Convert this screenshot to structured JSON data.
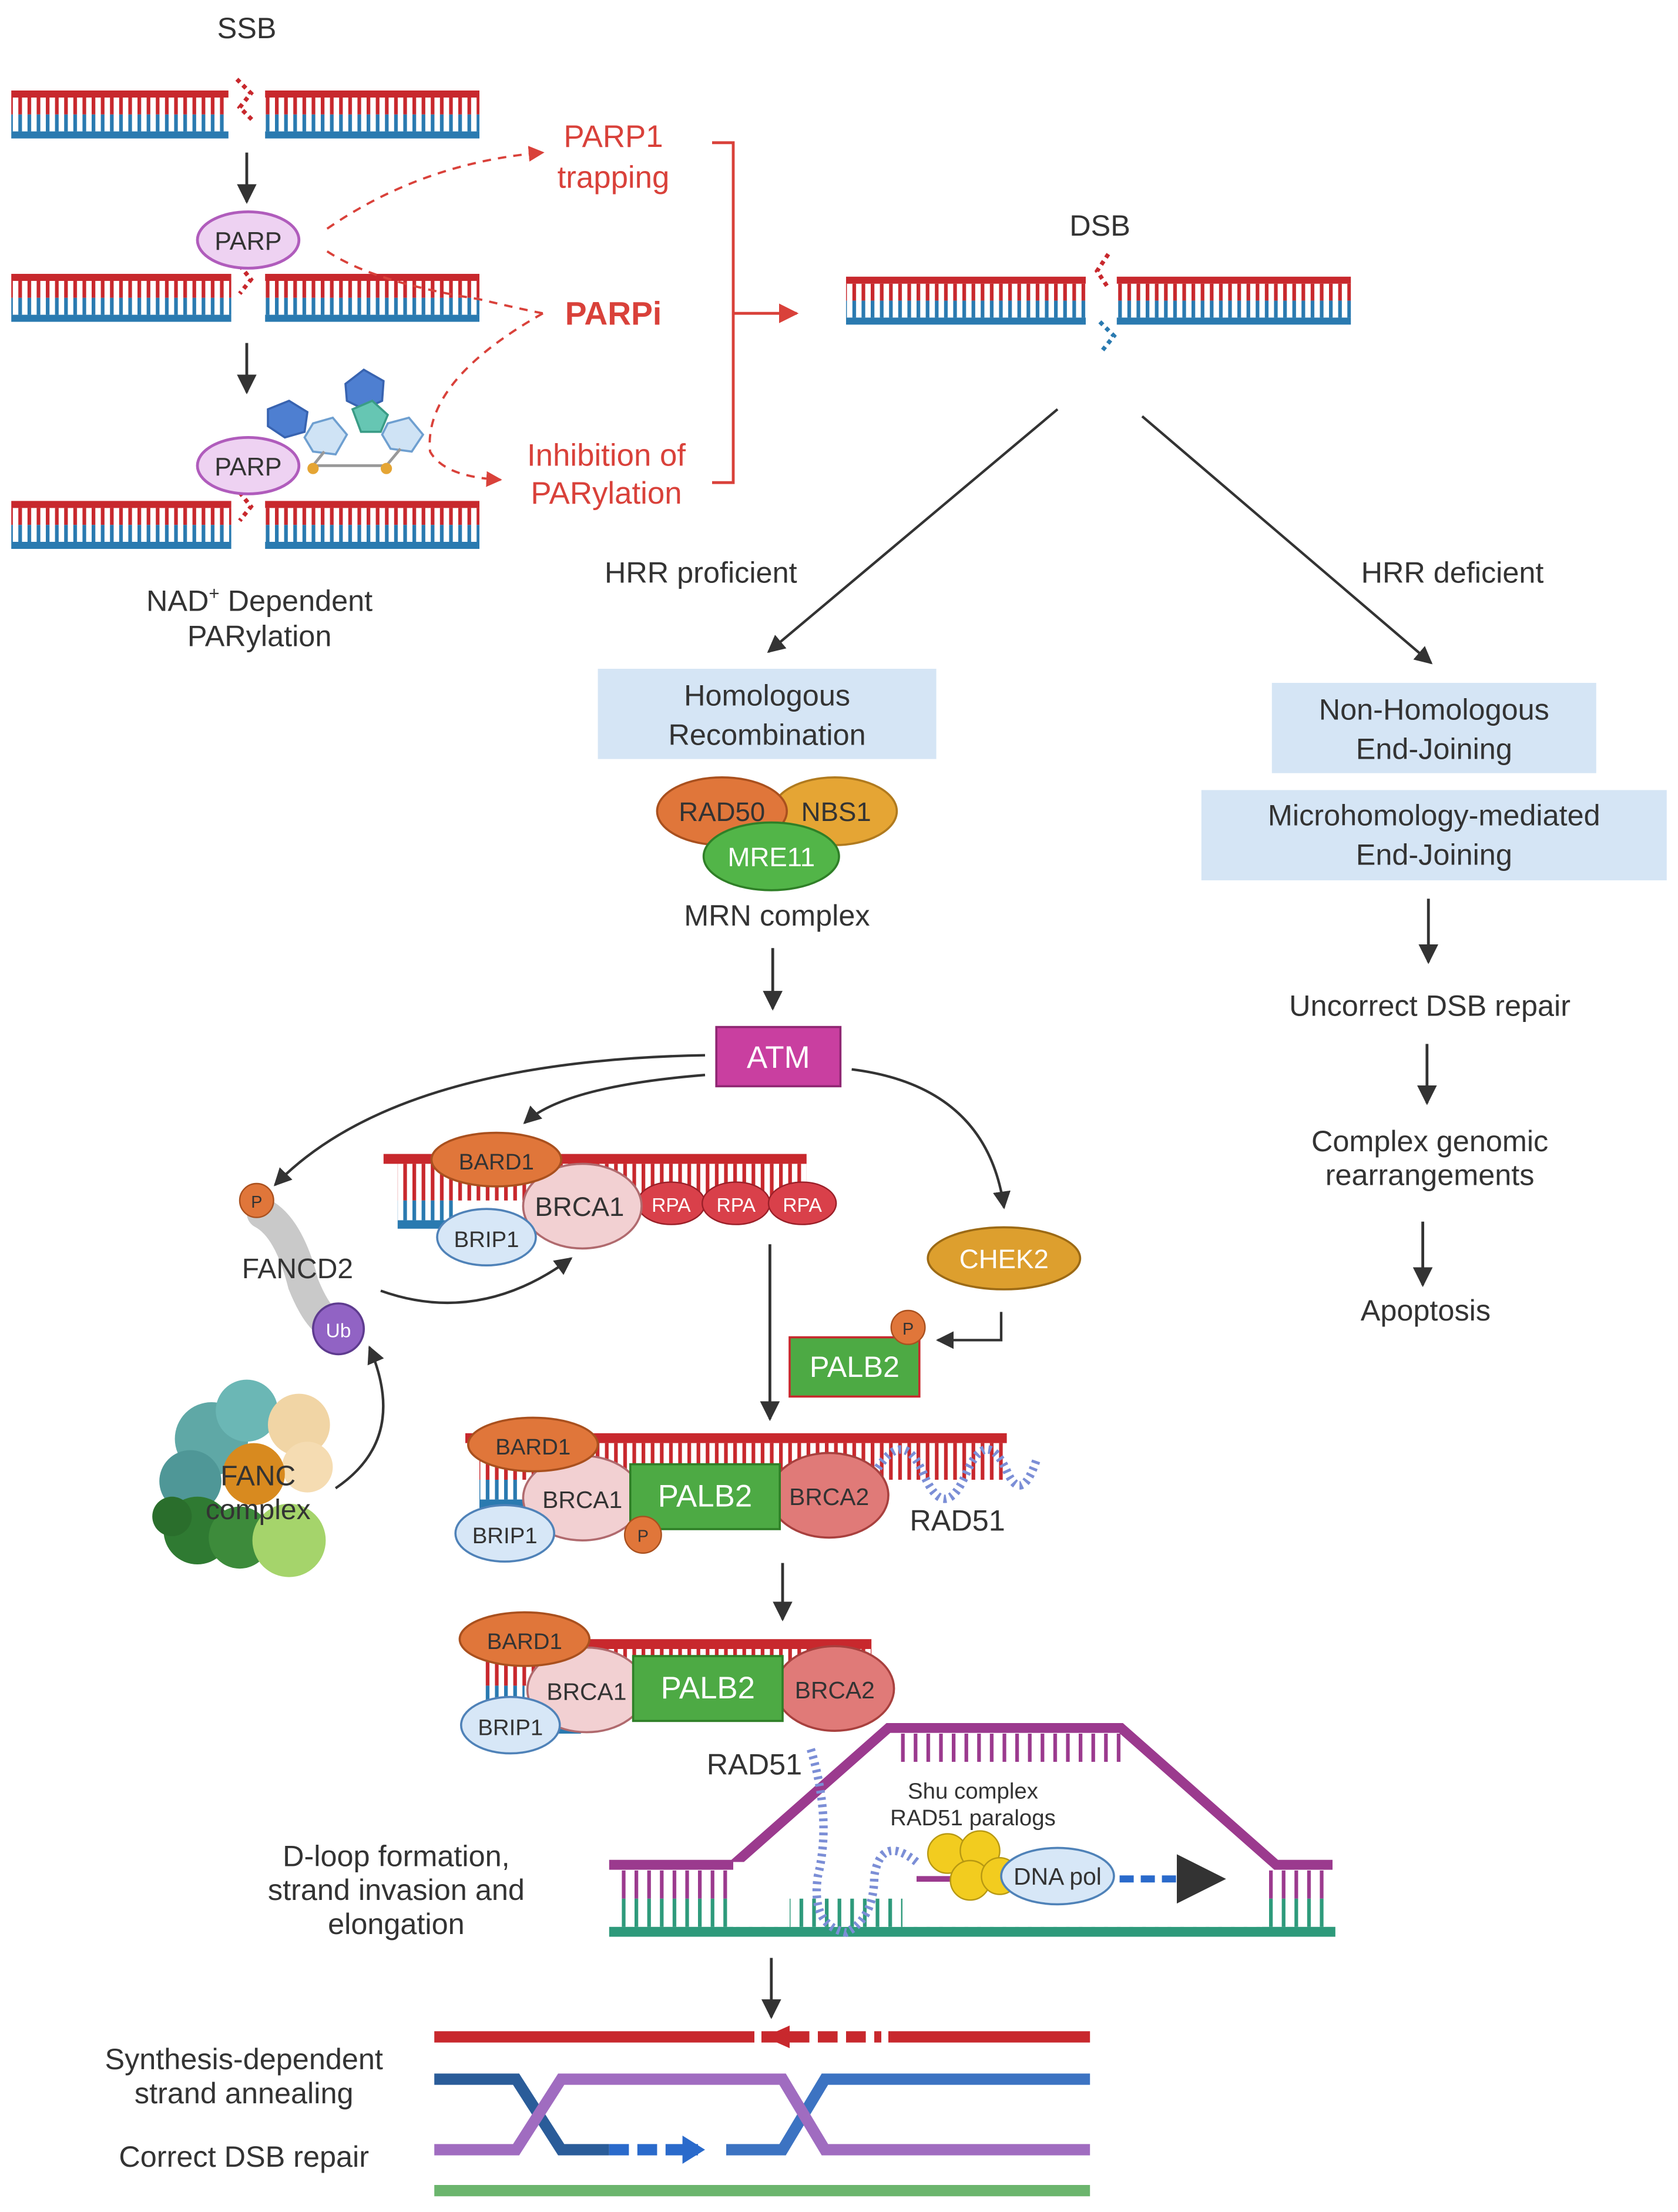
{
  "labels": {
    "ssb": "SSB",
    "parp": "PARP",
    "parp1_trapping_1": "PARP1",
    "parp1_trapping_2": "trapping",
    "parpi": "PARPi",
    "inhibition_1": "Inhibition of",
    "inhibition_2": "PARylation",
    "nad_1": "NAD",
    "nad_sup": "+",
    "nad_1b": " Dependent",
    "nad_2": "PARylation",
    "dsb": "DSB",
    "hrr_proficient": "HRR proficient",
    "hrr_deficient": "HRR deficient",
    "hr_1": "Homologous",
    "hr_2": "Recombination",
    "nhej_1": "Non-Homologous",
    "nhej_2": "End-Joining",
    "mmej_1": "Microhomology-mediated",
    "mmej_2": "End-Joining",
    "rad50": "RAD50",
    "nbs1": "NBS1",
    "mre11": "MRE11",
    "mrn_complex": "MRN complex",
    "atm": "ATM",
    "uncorrect_repair": "Uncorrect DSB repair",
    "complex_1": "Complex genomic",
    "complex_2": "rearrangements",
    "apoptosis": "Apoptosis",
    "bard1": "BARD1",
    "brca1": "BRCA1",
    "brip1": "BRIP1",
    "rpa": "RPA",
    "fancd2": "FANCD2",
    "p": "P",
    "ub": "Ub",
    "fanc_1": "FANC",
    "fanc_2": "complex",
    "chek2": "CHEK2",
    "palb2": "PALB2",
    "brca2": "BRCA2",
    "rad51": "RAD51",
    "shu_1": "Shu complex",
    "shu_2": "RAD51 paralogs",
    "dna_pol": "DNA pol",
    "dloop_1": "D-loop formation,",
    "dloop_2": "strand invasion and",
    "dloop_3": "elongation",
    "sdsa_1": "Synthesis-dependent",
    "sdsa_2": "strand annealing",
    "correct_repair": "Correct DSB repair"
  },
  "colors": {
    "dna_red": "#c8282d",
    "dna_blue": "#2a7ab0",
    "parpi_red": "#d9413a",
    "box_blue": "#d5e5f5",
    "atm_magenta": "#c93fa0",
    "rad50_orange": "#e0763a",
    "nbs1_gold": "#e5a534",
    "mre11_green": "#52b548",
    "palb2_green": "#4daa44",
    "brca2_salmon": "#e07a78",
    "brca1_pink": "#f2d0d2",
    "brip1_blue": "#d7e7f7",
    "chek2_gold": "#dd9f2e",
    "dloop_purple": "#9b3a8e",
    "teal": "#2e9a7b",
    "purple": "#9163c4"
  }
}
